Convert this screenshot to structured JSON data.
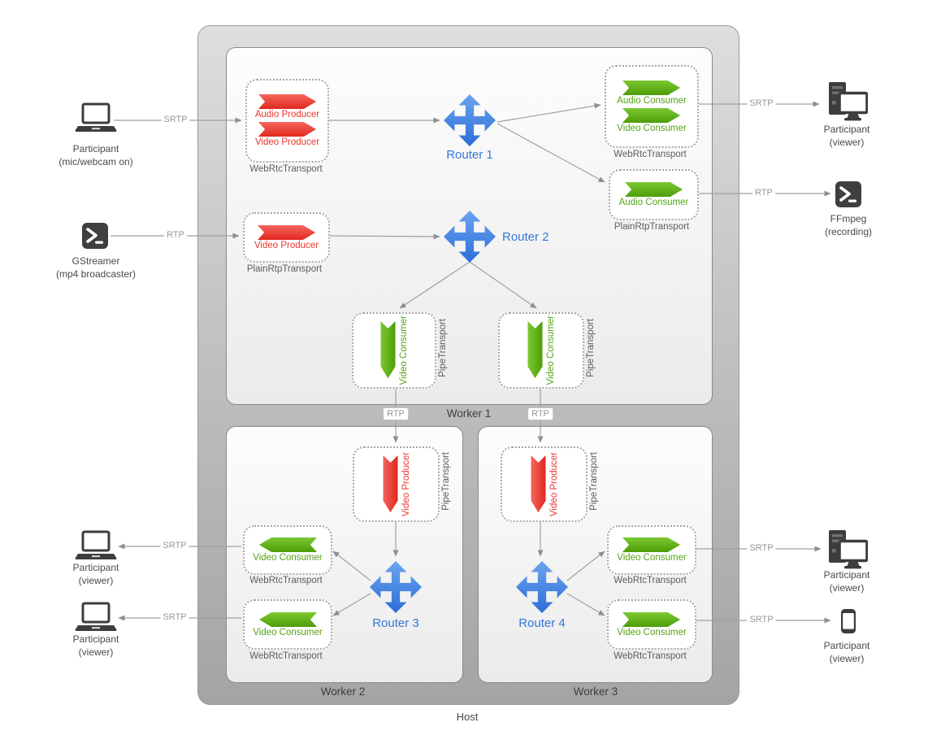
{
  "host": {
    "label": "Host"
  },
  "workers": {
    "w1": "Worker 1",
    "w2": "Worker 2",
    "w3": "Worker 3"
  },
  "routers": {
    "r1": "Router 1",
    "r2": "Router 2",
    "r3": "Router 3",
    "r4": "Router 4"
  },
  "transports": {
    "w1_webrtc_in": {
      "label": "WebRtcTransport",
      "items": [
        "Audio Producer",
        "Video Producer"
      ]
    },
    "w1_webrtc_out": {
      "label": "WebRtcTransport",
      "items": [
        "Audio Consumer",
        "Video Consumer"
      ]
    },
    "w1_plain_out": {
      "label": "PlainRtpTransport",
      "items": [
        "Audio Consumer"
      ]
    },
    "w1_plain_in": {
      "label": "PlainRtpTransport",
      "items": [
        "Video Producer"
      ]
    },
    "w1_pipe_left": {
      "label": "PipeTransport",
      "items": [
        "Video Consumer"
      ]
    },
    "w1_pipe_right": {
      "label": "PipeTransport",
      "items": [
        "Video Consumer"
      ]
    },
    "w2_pipe": {
      "label": "PipeTransport",
      "items": [
        "Video Producer"
      ]
    },
    "w2_webrtc_1": {
      "label": "WebRtcTransport",
      "items": [
        "Video Consumer"
      ]
    },
    "w2_webrtc_2": {
      "label": "WebRtcTransport",
      "items": [
        "Video Consumer"
      ]
    },
    "w3_pipe": {
      "label": "PipeTransport",
      "items": [
        "Video Producer"
      ]
    },
    "w3_webrtc_1": {
      "label": "WebRtcTransport",
      "items": [
        "Video Consumer"
      ]
    },
    "w3_webrtc_2": {
      "label": "WebRtcTransport",
      "items": [
        "Video Consumer"
      ]
    }
  },
  "endpoints": {
    "participant_sender": {
      "line1": "Participant",
      "line2": "(mic/webcam on)"
    },
    "gstreamer": {
      "line1": "GStreamer",
      "line2": "(mp4 broadcaster)"
    },
    "participant_viewer_tr": {
      "line1": "Participant",
      "line2": "(viewer)"
    },
    "ffmpeg": {
      "line1": "FFmpeg",
      "line2": "(recording)"
    },
    "participant_viewer_bl1": {
      "line1": "Participant",
      "line2": "(viewer)"
    },
    "participant_viewer_bl2": {
      "line1": "Participant",
      "line2": "(viewer)"
    },
    "participant_viewer_br1": {
      "line1": "Participant",
      "line2": "(viewer)"
    },
    "participant_viewer_br2": {
      "line1": "Participant",
      "line2": "(viewer)"
    }
  },
  "edge_labels": {
    "srtp_tl": "SRTP",
    "rtp_ml": "RTP",
    "srtp_tr": "SRTP",
    "rtp_mr": "RTP",
    "srtp_bl1": "SRTP",
    "srtp_bl2": "SRTP",
    "srtp_br1": "SRTP",
    "srtp_br2": "SRTP",
    "rtp_pipe_left": "RTP",
    "rtp_pipe_right": "RTP"
  },
  "colors": {
    "producer_red": "#e8362d",
    "consumer_green": "#55a316",
    "router_blue": "#3478d8",
    "wire_gray": "#a0a0a0"
  }
}
